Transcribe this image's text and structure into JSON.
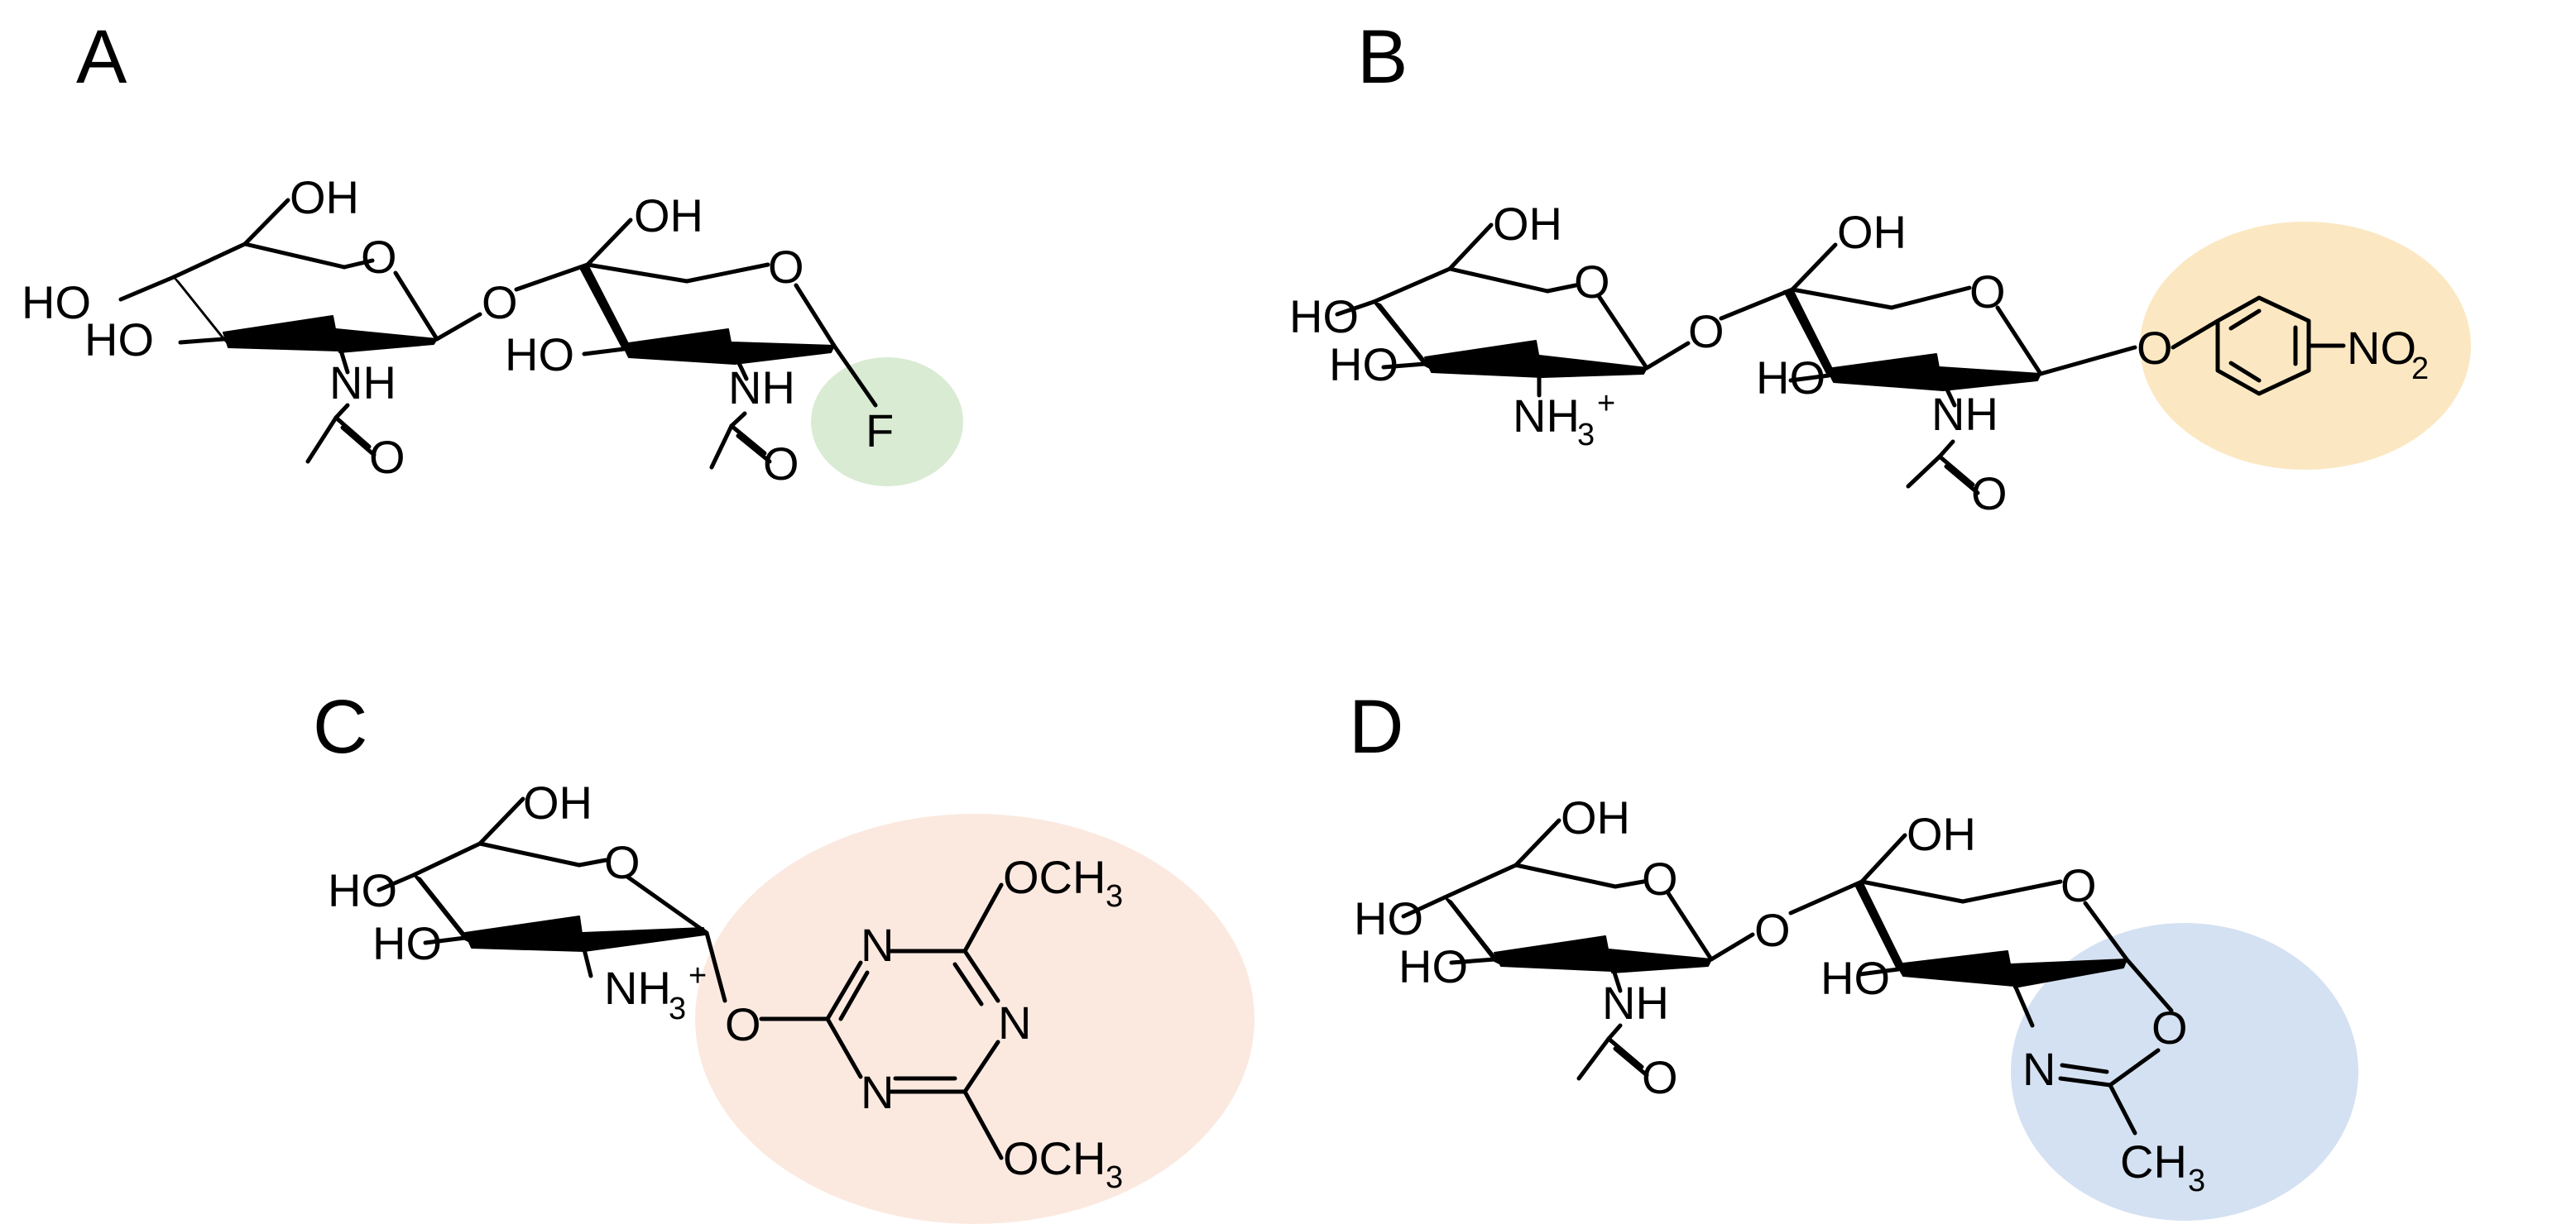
{
  "panels": [
    {
      "letter": "A",
      "highlight_color": "#d9ebd3",
      "labels": {
        "oh_ring1_top": "OH",
        "ho_ring1_left": "HO",
        "ho_ring1_low": "HO",
        "o_ring1": "O",
        "nh_ring1": "NH",
        "o_acetyl1": "O",
        "o_link": "O",
        "oh_ring2_top": "OH",
        "o_ring2": "O",
        "ho_ring2": "HO",
        "nh_ring2": "NH",
        "o_acetyl2": "O",
        "f": "F"
      }
    },
    {
      "letter": "B",
      "highlight_color": "#fbe8c2",
      "labels": {
        "oh_ring1_top": "OH",
        "ho_ring1_left": "HO",
        "ho_ring1_low": "HO",
        "o_ring1": "O",
        "nh3_ring1": "NH",
        "nh3_sub": "3",
        "nh3_charge": "+",
        "o_link": "O",
        "oh_ring2_top": "OH",
        "o_ring2": "O",
        "ho_ring2": "HO",
        "nh_ring2": "NH",
        "o_acetyl2": "O",
        "o_aryl": "O",
        "no2": "NO",
        "no2_sub": "2"
      }
    },
    {
      "letter": "C",
      "highlight_color": "#fbe9e0",
      "labels": {
        "oh_top": "OH",
        "ho_left": "HO",
        "ho_low": "HO",
        "o_ring": "O",
        "nh3": "NH",
        "nh3_sub": "3",
        "nh3_charge": "+",
        "o_link": "O",
        "n_top": "N",
        "n_right": "N",
        "n_bottom": "N",
        "och3_top": "OCH",
        "och3_top_sub": "3",
        "och3_bottom": "OCH",
        "och3_bottom_sub": "3"
      }
    },
    {
      "letter": "D",
      "highlight_color": "#d4e1f2",
      "labels": {
        "oh_ring1_top": "OH",
        "ho_ring1_left": "HO",
        "ho_ring1_low": "HO",
        "o_ring1": "O",
        "nh_ring1": "NH",
        "o_acetyl1": "O",
        "o_link": "O",
        "oh_ring2_top": "OH",
        "o_ring2": "O",
        "ho_ring2": "HO",
        "n_oxazoline": "N",
        "o_oxazoline": "O",
        "ch3": "CH",
        "ch3_sub": "3"
      }
    }
  ]
}
